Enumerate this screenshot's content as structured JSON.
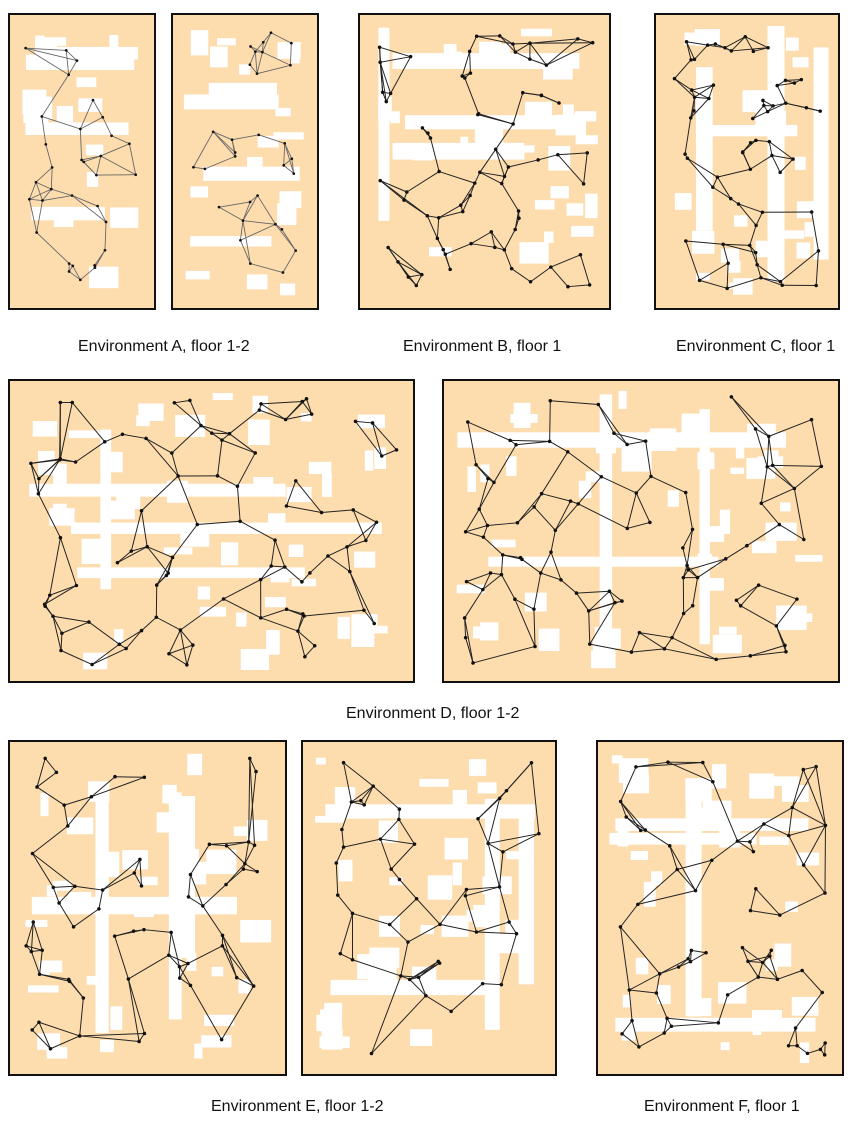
{
  "figure": {
    "captions": {
      "env_a": "Environment A, floor 1-2",
      "env_b": "Environment B, floor 1",
      "env_c": "Environment C, floor 1",
      "env_d": "Environment D, floor 1-2",
      "env_e": "Environment E, floor 1-2",
      "env_f": "Environment F, floor 1"
    },
    "colors": {
      "occupied": "#fddcae",
      "free_space": "#ffffff",
      "border": "#111111",
      "graph_edges": "#222222",
      "graph_nodes": "#111111"
    },
    "panels": [
      {
        "id": "A1",
        "environment": "A",
        "floor": 1
      },
      {
        "id": "A2",
        "environment": "A",
        "floor": 2
      },
      {
        "id": "B1",
        "environment": "B",
        "floor": 1
      },
      {
        "id": "C1",
        "environment": "C",
        "floor": 1
      },
      {
        "id": "D1",
        "environment": "D",
        "floor": 1
      },
      {
        "id": "D2",
        "environment": "D",
        "floor": 2
      },
      {
        "id": "E1",
        "environment": "E",
        "floor": 1
      },
      {
        "id": "E2",
        "environment": "E",
        "floor": 2
      },
      {
        "id": "F1",
        "environment": "F",
        "floor": 1
      }
    ]
  }
}
